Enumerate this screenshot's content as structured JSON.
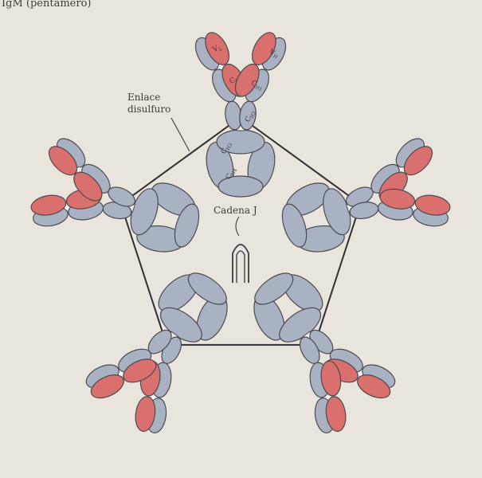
{
  "title": "IgM (pentámero)",
  "labels": {
    "disulfide_line1": "Enlace",
    "disulfide_line2": "disulfuro",
    "j_chain": "Cadena J"
  },
  "domain_labels": {
    "light_variable": "V",
    "light_variable_sub": "L",
    "light_constant": "C",
    "light_constant_sub": "L",
    "heavy_variable": "V",
    "heavy_variable_sub": "H",
    "heavy_ch1": "C",
    "heavy_ch1_sub": "H1",
    "heavy_ch2": "C",
    "heavy_ch2_sub": "H2",
    "heavy_ch3": "C",
    "heavy_ch3_sub": "H3",
    "heavy_ch4": "C",
    "heavy_ch4_sub": "H4"
  },
  "colors": {
    "background": "#e9e5dc",
    "heavy_chain": "#a9b2c2",
    "light_chain": "#d9706e",
    "outline": "#4a4a50",
    "connector": "#2f2f33"
  }
}
